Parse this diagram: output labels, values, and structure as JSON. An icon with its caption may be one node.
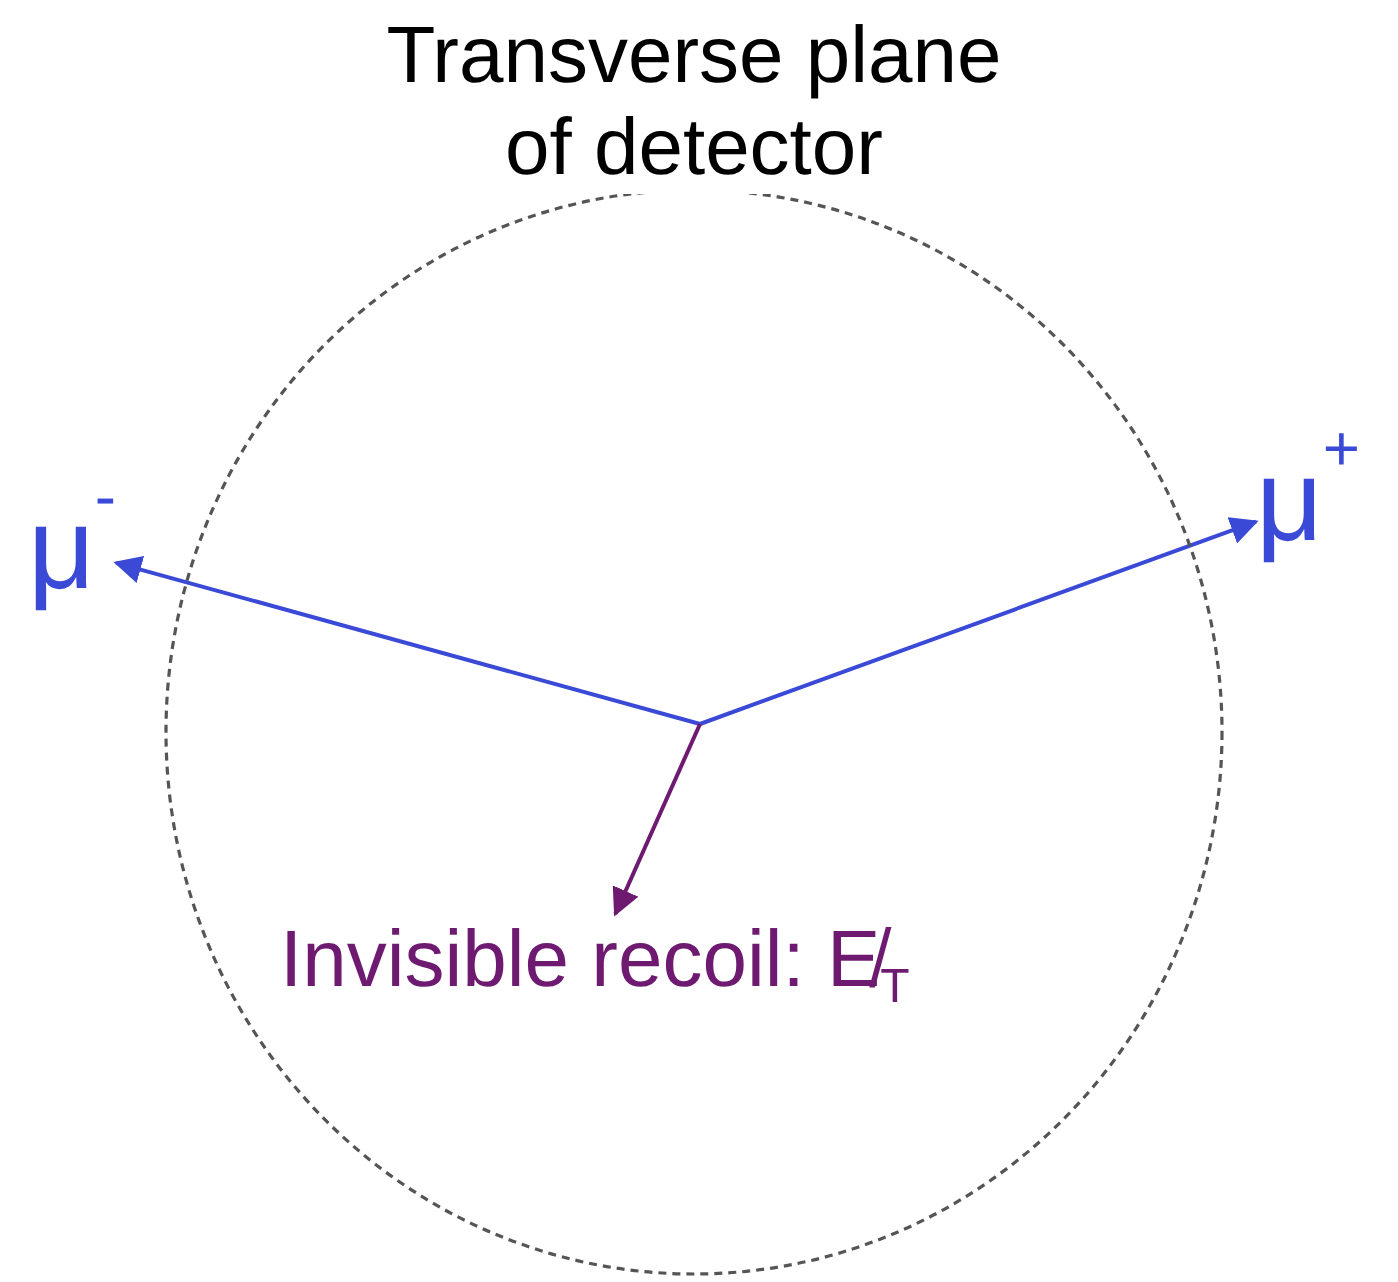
{
  "diagram": {
    "nodes": [
      {
        "text": [
          "Transverse plane of detector"
        ]
      },
      {
        "text": [
          "μ$^{-}$"
        ]
      },
      {
        "text": [
          "μ$^{+}$"
        ]
      },
      {
        "text": [
          "Invisible recoil: E̸$_{T}$"
        ],
        "in": 0
      }
    ],
    "edges": [
      {
        "from": null,
        "to": 1,
        "arrow": "to"
      },
      {
        "from": null,
        "to": 2,
        "arrow": "to"
      },
      {
        "from": null,
        "to": 3,
        "arrow": "to",
        "color": "#6e1a70"
      }
    ]
  }
}
